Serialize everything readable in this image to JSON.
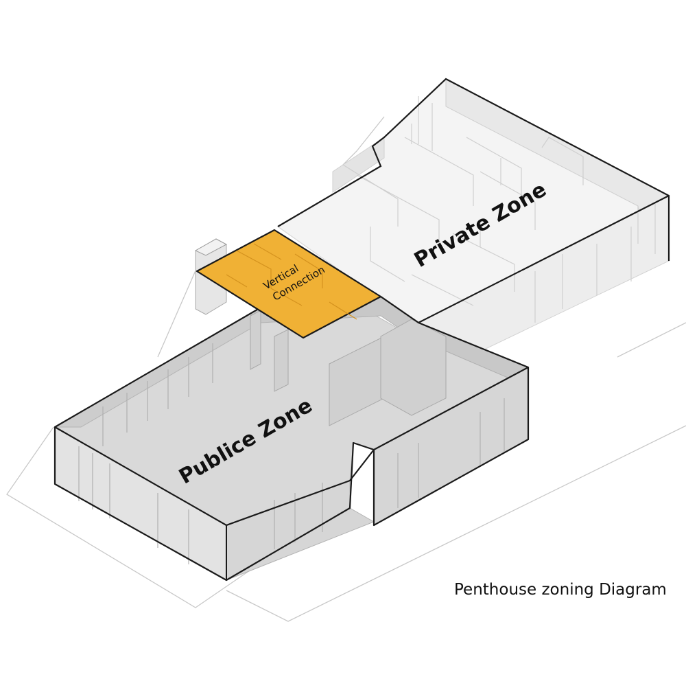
{
  "diagram": {
    "zones": [
      {
        "id": "public",
        "label": "Publice Zone"
      },
      {
        "id": "vertical",
        "label_line1": "Vertical",
        "label_line2": "Connection"
      },
      {
        "id": "private",
        "label": "Private Zone"
      }
    ],
    "caption": "Penthouse zoning Diagram",
    "colors": {
      "public_zone": "#d4d4d4",
      "vertical_connection": "#f0b135",
      "private_zone": "#f3f3f3",
      "outline": "#1a1a1a"
    }
  }
}
